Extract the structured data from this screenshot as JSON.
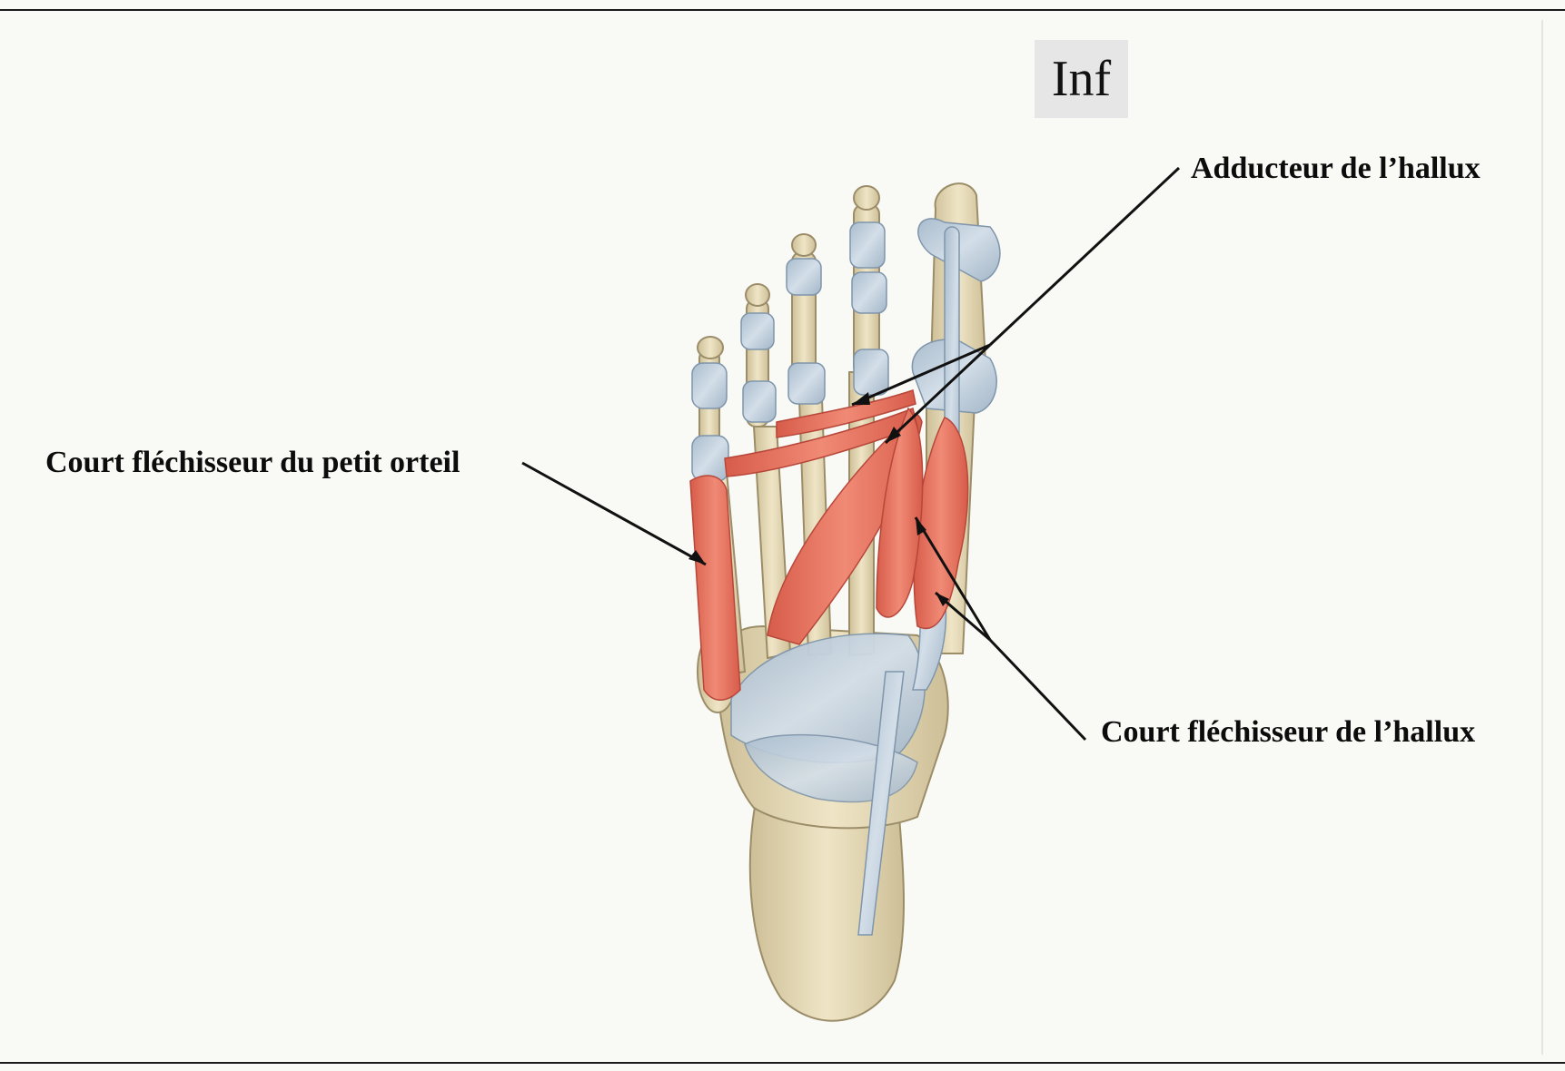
{
  "orientation_label": "Inf",
  "labels": {
    "adductor_hallucis": "Adducteur de l’hallux",
    "flexor_digiti_minimi_brevis": "Court fléchisseur du petit orteil",
    "flexor_hallucis_brevis": "Court fléchisseur de l’hallux"
  },
  "colors": {
    "background": "#f9f9f5",
    "bone": "#e6d9b4",
    "ligament": "#b9c9d8",
    "muscle": "#e2715e",
    "leader_line": "#111111"
  }
}
